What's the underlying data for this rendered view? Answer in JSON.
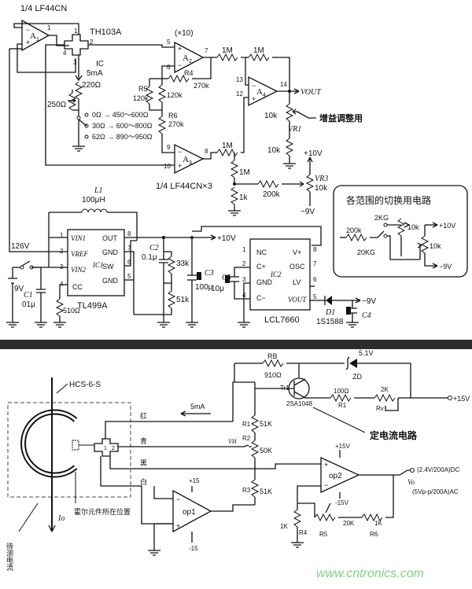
{
  "top": {
    "opamp_top": "1/4 LF44CN",
    "opamp_bottom": "1/4 LF44CN×3",
    "sensor": "TH103A",
    "gain_label": "(×10)",
    "current": "5mA",
    "current_sym": "IC",
    "r220": "220Ω",
    "r250": "250Ω",
    "range1": "0Ω → 450～600Ω",
    "range2": "30Ω → 600～800Ω",
    "range3": "62Ω → 890～950Ω",
    "r4": "R4",
    "r5": "R5",
    "r6": "R6",
    "r120a": "120k",
    "r120b": "120k",
    "r270a": "270k",
    "r270b": "270k",
    "r1m_a": "1M",
    "r1m_b": "1M",
    "r1m_c": "1M",
    "r1m_d": "1M",
    "r1k": "1k",
    "r10k_a": "10k",
    "r10k_b": "10k",
    "r200k": "200k",
    "vout": "VOUT",
    "vr1": "VR1",
    "vr3": "VR3",
    "gain_adj": "增益调整用",
    "plus10": "+10V",
    "minus9": "−9V",
    "range_box_title": "各范围的切换用电路",
    "rb_200k": "200k",
    "rb_2kg": "2KG",
    "rb_20kg": "20KG",
    "rb_10k_a": "10k",
    "rb_10k_b": "10k",
    "rb_plus10": "+10V",
    "rb_minus9": "−9V",
    "inductor": "L1",
    "inductor_val": "100μH",
    "ic1_name": "IC1",
    "ic1_part": "TL499A",
    "ic1_pins": [
      "VIN1",
      "VREF",
      "VIN2",
      "CC",
      "OUT",
      "GND",
      "SW",
      "GND"
    ],
    "ic2_name": "IC2",
    "ic2_part": "LCL7660",
    "ic2_pins": [
      "NC",
      "C+",
      "GND",
      "C−",
      "V+",
      "OSC",
      "LV",
      "VOUT"
    ],
    "v126": "126V",
    "v9": "9V",
    "c1": "C1",
    "c1_val": "01μ",
    "r510": "510Ω",
    "c2": "C2",
    "c2_val": "0.1μ",
    "c3": "C3",
    "c3_val": "100μ",
    "c5": "C5",
    "c5_val": "10μ",
    "c4": "C4",
    "r33k": "33k",
    "r51k": "51k",
    "d1": "D1",
    "d1_part": "1S1588",
    "plus10_out": "+10V",
    "minus9_out": "−9V"
  },
  "bottom": {
    "sensor": "HCS-6-S",
    "hall_label": "霍尔元件所在位置",
    "measured_label": "待测电流",
    "io": "Io",
    "red": "红",
    "blue": "青",
    "black": "黑",
    "white": "白",
    "ma5": "5mA",
    "rb": "RB",
    "rb_val": "910Ω",
    "zd_val": "5.1V",
    "zd": "ZD",
    "tr": "Tr1",
    "tr_part": "2SA1048",
    "r100": "100Ω",
    "r1": "R1",
    "r2k": "2K",
    "rv": "Rv",
    "plus15": "+15V",
    "cc_label": "定电流电路",
    "r1b": "R1",
    "r51k_a": "51K",
    "r2": "R2",
    "r50k": "50K",
    "r3": "R3",
    "r51k_b": "51K",
    "vh": "VH",
    "op1": "op1",
    "op2": "op2",
    "op1_plus": "+15",
    "op1_minus": "-15",
    "op2_plus": "+15V",
    "op2_minus": "-15V",
    "vo": "Vo",
    "out_dc": "(2.4V/200A)DC",
    "out_ac": "(5Vp-p/200A)AC",
    "r4": "R4",
    "r1k_a": "1K",
    "r20k": "20K",
    "r6": "R6",
    "r1k_b": "1K",
    "r5": "R5",
    "watermark": "www.cntronics.com"
  }
}
